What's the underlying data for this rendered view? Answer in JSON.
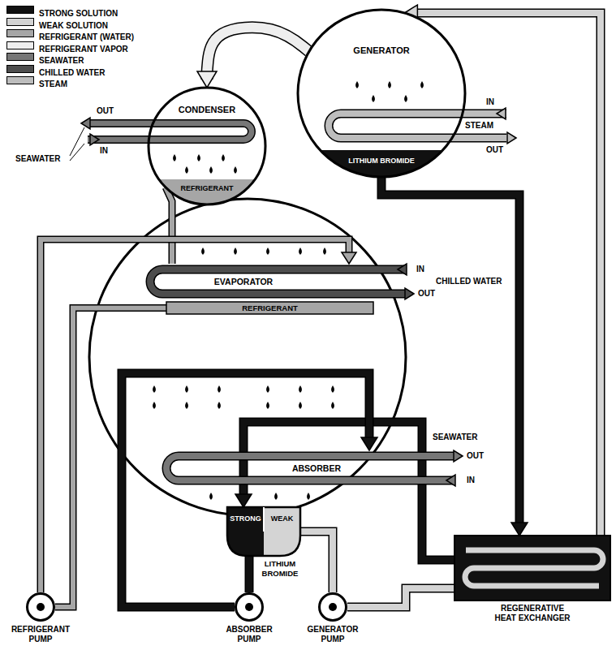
{
  "diagram": {
    "nodes": [
      {
        "text": [
          "CONDENSER",
          "REFRIGERANT"
        ]
      },
      {
        "text": [
          "GENERATOR",
          "LITHIUM BROMIDE"
        ]
      },
      {
        "text": [
          "EVAPORATOR"
        ]
      },
      {
        "text": [
          "REFRIGERANT"
        ]
      },
      {
        "text": [
          "ABSORBER"
        ]
      },
      {
        "text": [
          "STRONG",
          "WEAK",
          "LITHIUM BROMIDE"
        ]
      },
      {
        "text": [
          "ABSORBER PUMP"
        ]
      },
      {
        "text": [
          "GENERATOR PUMP"
        ]
      },
      {
        "text": [
          "REGENERATIVE HEAT EXCHANGER"
        ]
      },
      {
        "text": [
          "REFRIGERANT PUMP"
        ]
      }
    ],
    "edges": [
      {
        "from": 1,
        "to": 0,
        "arrow": "to"
      },
      {
        "from": 0,
        "to": 2,
        "arrow": "none"
      },
      {
        "from": 3,
        "to": 9,
        "arrow": "none"
      },
      {
        "from": 9,
        "to": 2,
        "arrow": "to"
      },
      {
        "from": 1,
        "to": 8,
        "arrow": "to"
      },
      {
        "from": 8,
        "to": 5,
        "arrow": "to"
      },
      {
        "from": 5,
        "to": 6,
        "arrow": "none"
      },
      {
        "from": 6,
        "to": 4,
        "arrow": "to"
      },
      {
        "from": 5,
        "to": 7,
        "arrow": "none"
      },
      {
        "from": 7,
        "to": 8,
        "arrow": "none"
      },
      {
        "from": 8,
        "to": 1,
        "arrow": "to"
      }
    ],
    "labels": [
      "SEAWATER",
      "OUT",
      "IN",
      "IN",
      "STEAM",
      "OUT",
      "IN",
      "CHILLED WATER",
      "OUT",
      "SEAWATER",
      "OUT",
      "IN"
    ],
    "legend": [
      {
        "text": "STRONG SOLUTION",
        "color": "#111111"
      },
      {
        "text": "WEAK SOLUTION",
        "color": "#d4d4d4"
      },
      {
        "text": "REFRIGERANT (WATER)",
        "color": "#a6a6a6"
      },
      {
        "text": "REFRIGERANT VAPOR",
        "color": "#eeeeee"
      },
      {
        "text": "SEAWATER",
        "color": "#777777"
      },
      {
        "text": "CHILLED WATER",
        "color": "#4d4d4d"
      },
      {
        "text": "STEAM",
        "color": "#bdbdbd"
      }
    ]
  }
}
